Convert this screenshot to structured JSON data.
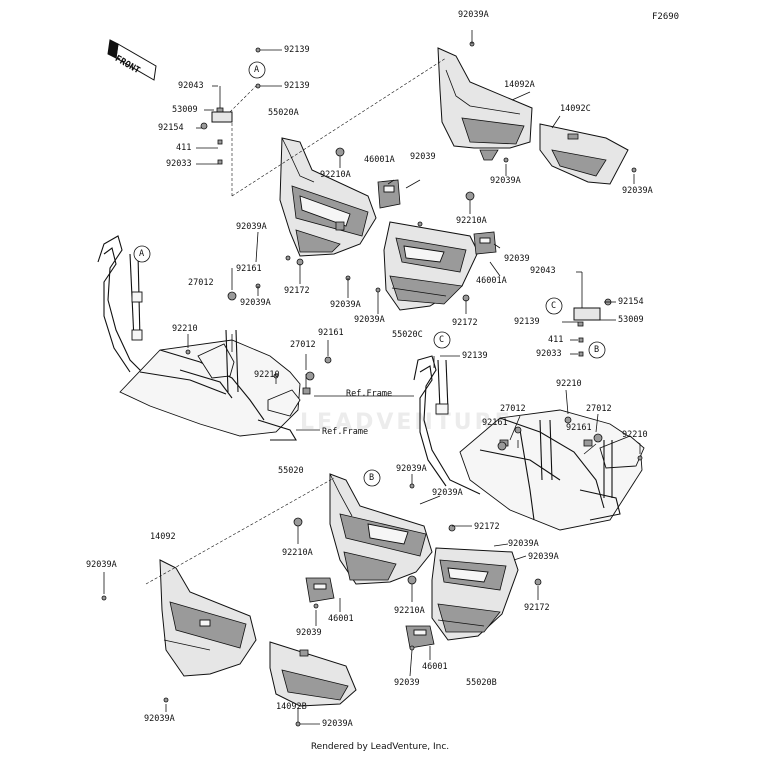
{
  "figure_code": "F2690",
  "front_label": "FRONT",
  "footer_text": "Rendered by LeadVenture, Inc.",
  "watermark_text": "LEADVENTURE",
  "colors": {
    "line": "#111111",
    "panel_fill": "#e6e6e6",
    "panel_dark": "#9a9a9a"
  },
  "callouts": {
    "A": "A",
    "B": "B",
    "C": "C"
  },
  "parts": {
    "p92039A_top": "92039A",
    "p92139_a": "92139",
    "p92139_b": "92139",
    "p92043_a": "92043",
    "p53009_a": "53009",
    "p92154_a": "92154",
    "p411_a": "411",
    "p92033_a": "92033",
    "p55020A": "55020A",
    "p14092A": "14092A",
    "p14092C": "14092C",
    "p92039A_r1": "92039A",
    "p92039A_r2": "92039A",
    "p46001A_a": "46001A",
    "p92039_a": "92039",
    "p92210A_a": "92210A",
    "p92039A_m1": "92039A",
    "p92210A_b": "92210A",
    "p92161_a": "92161",
    "p27012_a": "27012",
    "p92039A_m2": "92039A",
    "p92172_a": "92172",
    "p92039_b": "92039",
    "p46001A_b": "46001A",
    "p92039A_m3": "92039A",
    "p92039A_m4": "92039A",
    "p55020C": "55020C",
    "p92172_b": "92172",
    "p92043_b": "92043",
    "p92154_b": "92154",
    "p92139_c": "92139",
    "p53009_b": "53009",
    "p411_b": "411",
    "p92033_b": "92033",
    "p92210_a": "92210",
    "p92161_b": "92161",
    "p27012_b": "27012",
    "p92210_b": "92210",
    "p92139_d": "92139",
    "refframe_a": "Ref.Frame",
    "refframe_b": "Ref.Frame",
    "p92210_c": "92210",
    "p27012_c": "27012",
    "p27012_d": "27012",
    "p92161_c": "92161",
    "p92161_d": "92161",
    "p92210_d": "92210",
    "p55020": "55020",
    "p92039A_l1": "92039A",
    "p92039A_l2": "92039A",
    "p14092": "14092",
    "p92210A_c": "92210A",
    "p92172_c": "92172",
    "p92039A_l3": "92039A",
    "p92039A_l4": "92039A",
    "p92039A_l5": "92039A",
    "p92210A_d": "92210A",
    "p46001_a": "46001",
    "p92039_c": "92039",
    "p92172_d": "92172",
    "p46001_b": "46001",
    "p92039_d": "92039",
    "p55020B": "55020B",
    "p14092B": "14092B",
    "p92039A_l6": "92039A",
    "p92039A_l7": "92039A"
  }
}
